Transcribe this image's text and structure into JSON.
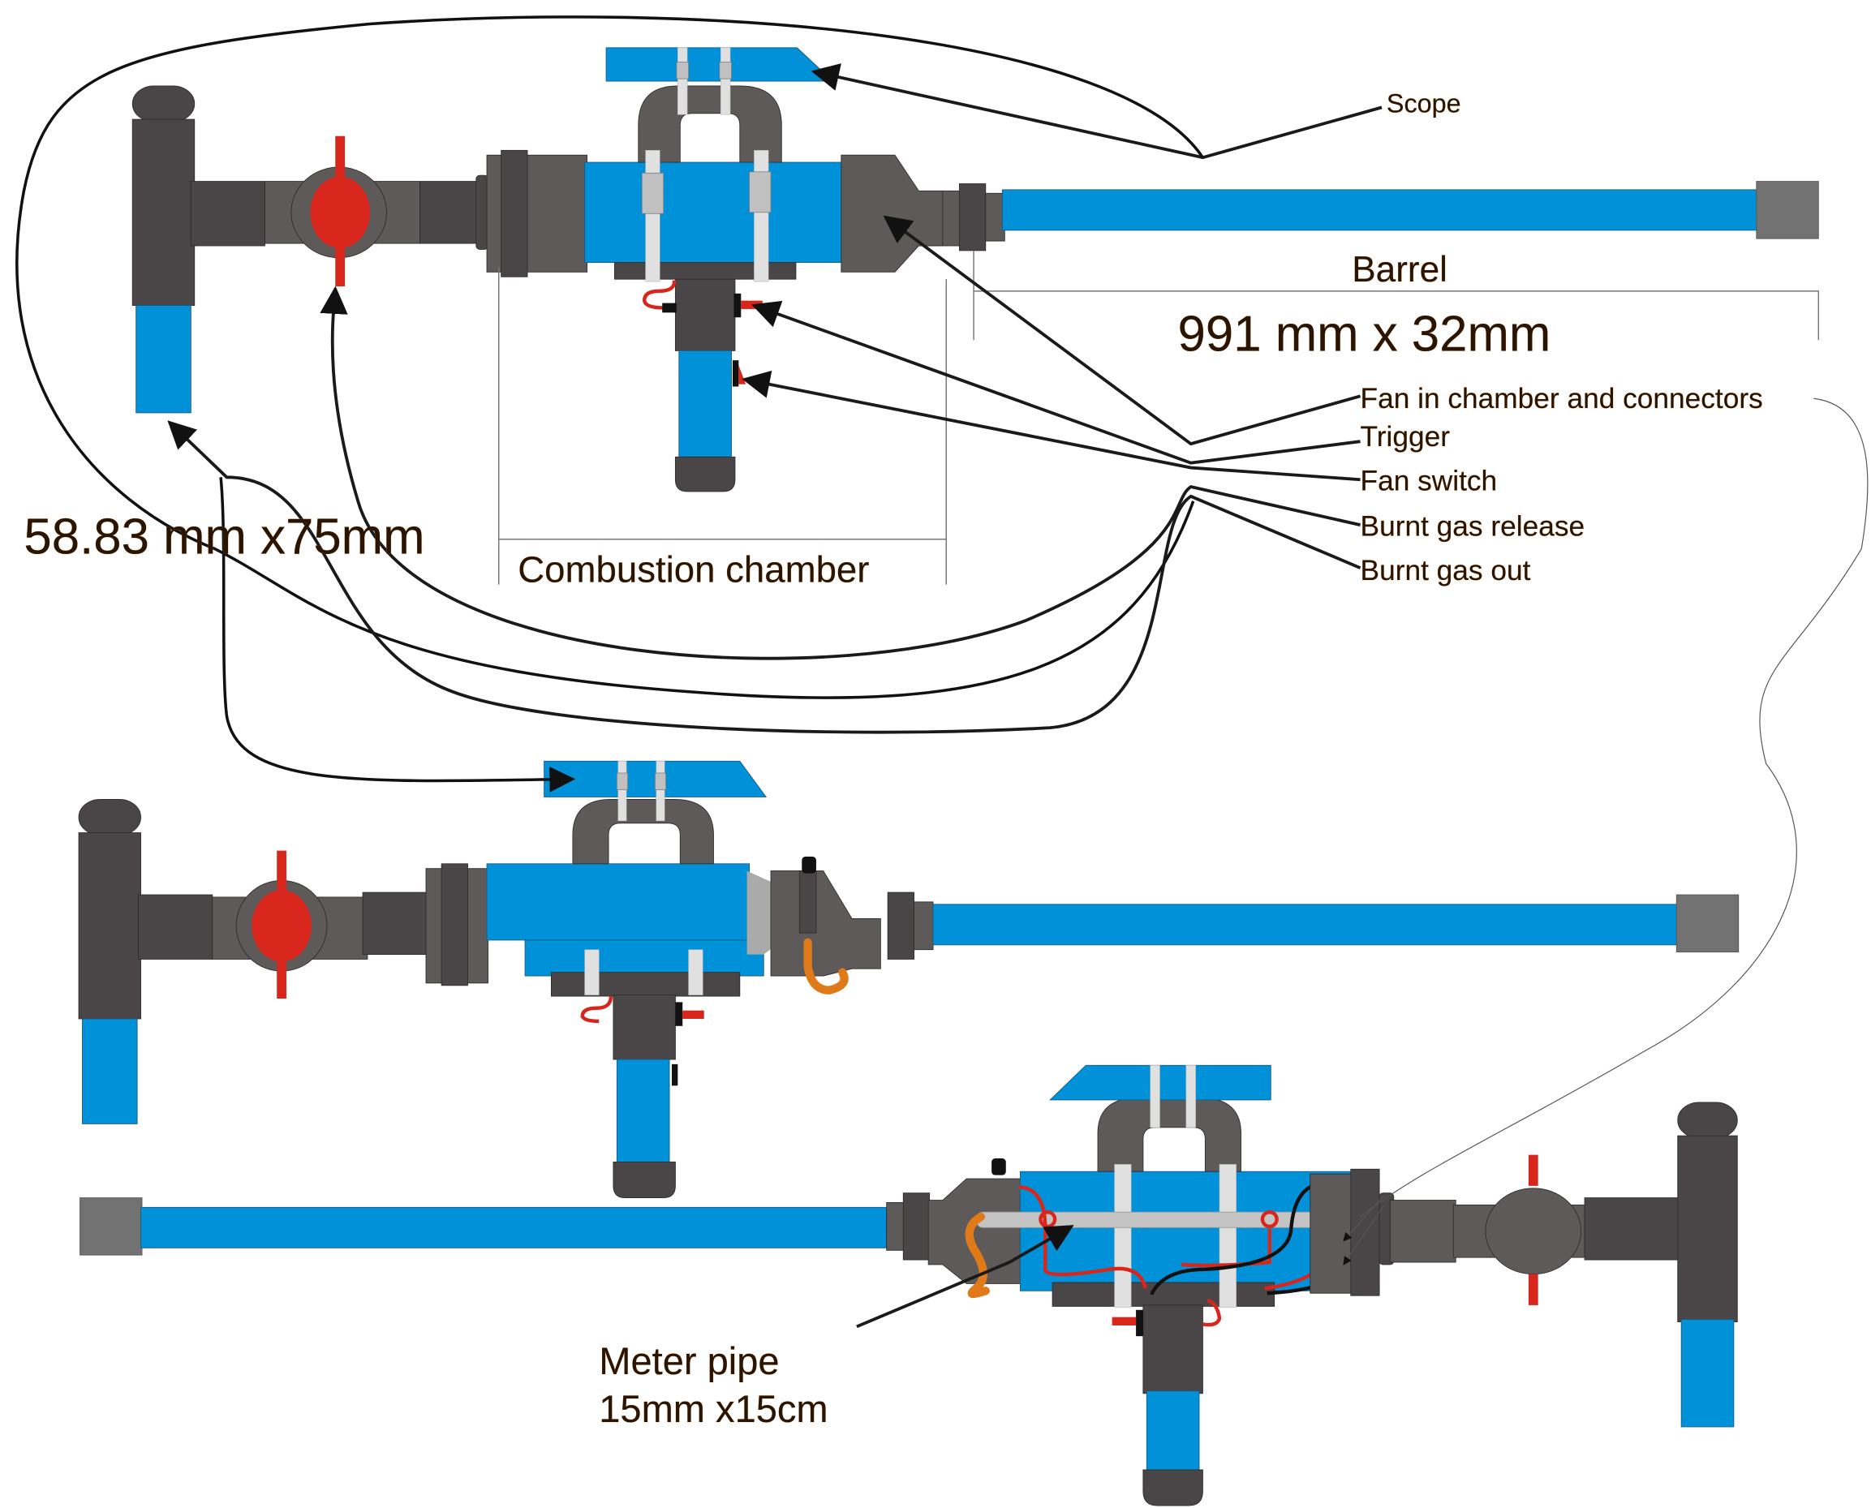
{
  "title": "Spud gun / combustion launcher schematic",
  "labels": {
    "scope": "Scope",
    "barrel": "Barrel",
    "barrel_dims": "991 mm x 32mm",
    "fan_in_chamber": "Fan in chamber and connectors",
    "trigger": "Trigger",
    "fan_switch": "Fan switch",
    "burnt_gas_release": "Burnt gas release",
    "burnt_gas_out": "Burnt gas out",
    "combustion_chamber": "Combustion chamber",
    "fuel_pipe_dims": "58.83 mm x75mm",
    "meter_pipe": "Meter pipe",
    "meter_pipe_dims": "15mm x15cm"
  },
  "colors": {
    "pipe_blue": "#0191d8",
    "fitting_dark": "#4a4647",
    "fitting_mid": "#5e5a5a",
    "valve_red": "#d8261c",
    "hose_orange": "#e07a18",
    "label_text": "#2a1505"
  },
  "views": [
    "top-view",
    "middle-view",
    "bottom-cutaway-view"
  ]
}
